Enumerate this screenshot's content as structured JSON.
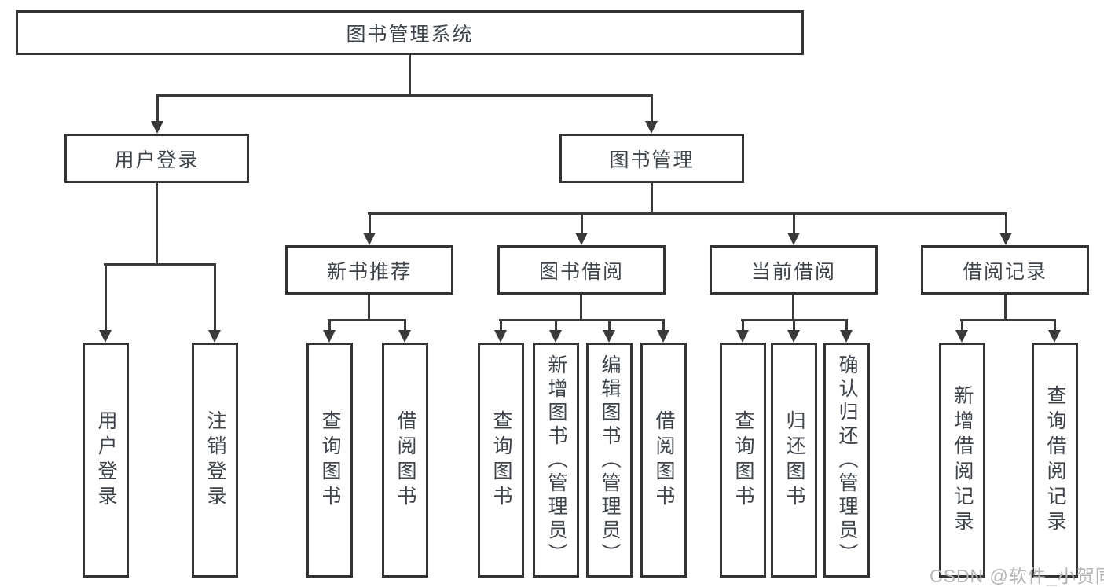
{
  "diagram": {
    "root": {
      "label": "图书管理系统"
    },
    "level2": [
      {
        "label": "用户登录"
      },
      {
        "label": "图书管理"
      }
    ],
    "level3": [
      {
        "label": "新书推荐"
      },
      {
        "label": "图书借阅"
      },
      {
        "label": "当前借阅"
      },
      {
        "label": "借阅记录"
      }
    ],
    "leaves": {
      "user_login": [
        {
          "label": "用户登录"
        },
        {
          "label": "注销登录"
        }
      ],
      "new_book": [
        {
          "label": "查询图书"
        },
        {
          "label": "借阅图书"
        }
      ],
      "book_borrow": [
        {
          "label": "查询图书"
        },
        {
          "label": "新增图书（管理员）"
        },
        {
          "label": "编辑图书（管理员）"
        },
        {
          "label": "借阅图书"
        }
      ],
      "current_borrow": [
        {
          "label": "查询图书"
        },
        {
          "label": "归还图书"
        },
        {
          "label": "确认归还（管理员）"
        }
      ],
      "borrow_records": [
        {
          "label": "新增借阅记录"
        },
        {
          "label": "查询借阅记录"
        }
      ]
    }
  },
  "watermark": {
    "text": "CSDN @软件_小贺同学"
  },
  "colors": {
    "line": "#3a3a3a",
    "border": "#333333",
    "text": "#3f444b",
    "watermark": "#b5b5b5",
    "background": "#ffffff"
  }
}
